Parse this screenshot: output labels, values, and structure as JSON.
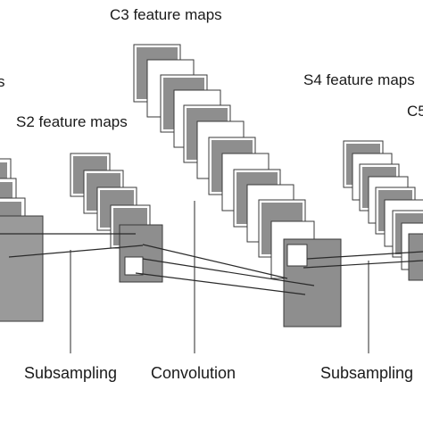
{
  "diagram": {
    "labels": {
      "c3_feature_maps": "C3 feature maps",
      "s2_feature_maps": "S2 feature maps",
      "s4_feature_maps": "S4 feature maps",
      "c5_partial": "C5",
      "left_partial": "s"
    },
    "operations": {
      "subsampling_1": "Subsampling",
      "convolution": "Convolution",
      "subsampling_2": "Subsampling"
    },
    "colors": {
      "map_fill": "#8e8e8e",
      "map_inner": "#9a9a9a",
      "map_stroke": "#3a3a3a",
      "line": "#2a2a2a",
      "text": "#1a1a1a",
      "background": "#ffffff"
    }
  }
}
